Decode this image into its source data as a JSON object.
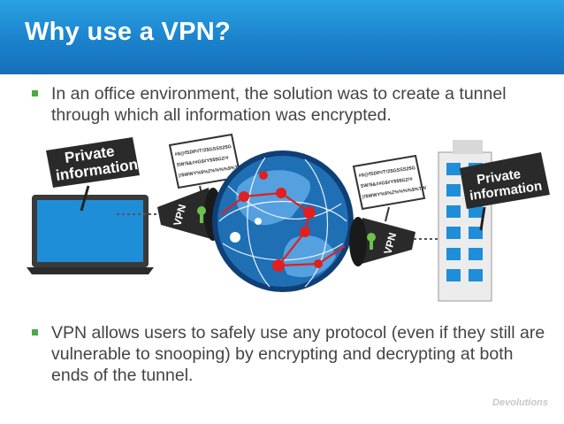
{
  "slide": {
    "title": "Why use a VPN?",
    "bullets": [
      "In an office environment, the solution was to create a tunnel through which all information was encrypted.",
      "VPN allows users to safely use any protocol (even if they still are vulnerable to snooping) by encrypting and decrypting at both ends of the tunnel."
    ]
  },
  "illustration": {
    "left_sign": [
      "Private",
      "information"
    ],
    "right_sign": [
      "Private",
      "information"
    ],
    "cipher_left": [
      "#$@fSDP#T!2$GSSS2$G",
      "SW!$&##G$#Y$$$G2!#",
      ")!$WWY%$%Z%%%%$%TW"
    ],
    "cipher_right": [
      "#$@fSDP#T!2$GSSS2$G",
      "SW!$&##G$#Y$$$G2!#",
      ")!$WWY%$%Z%%%%$%TW"
    ],
    "vpn_label": "VPN"
  },
  "brand": {
    "watermark": "Devolutions"
  },
  "colors": {
    "title_bar": "#1b82cc",
    "bullet_mark": "#4ea944",
    "globe": "#1f6fb5",
    "node": "#e02020"
  }
}
